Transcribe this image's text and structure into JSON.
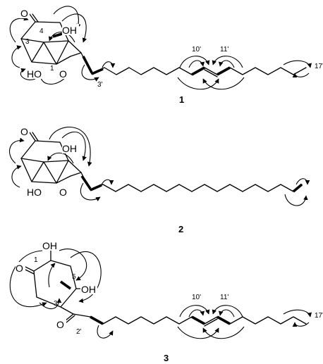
{
  "compounds": [
    {
      "id": "1",
      "atoms": {
        "o_keto": "O",
        "oh_top": "OH",
        "ho_left": "HO",
        "o_ring": "O"
      },
      "positions": {
        "p3": "3",
        "p4": "4",
        "p1": "1",
        "p3p": "3'",
        "p10p": "10'",
        "p11p": "11'",
        "p17p": "17'"
      }
    },
    {
      "id": "2",
      "atoms": {
        "o_keto": "O",
        "oh_top": "OH",
        "ho_left": "HO",
        "o_ring": "O"
      },
      "positions": {}
    },
    {
      "id": "3",
      "atoms": {
        "oh_top": "OH",
        "o_keto": "O",
        "oh_5": "OH",
        "o_side": "O"
      },
      "positions": {
        "p1": "1",
        "p5": "5",
        "p3": "3",
        "p2p": "2'",
        "p10p": "10'",
        "p11p": "11'",
        "p17p": "17'"
      }
    }
  ]
}
